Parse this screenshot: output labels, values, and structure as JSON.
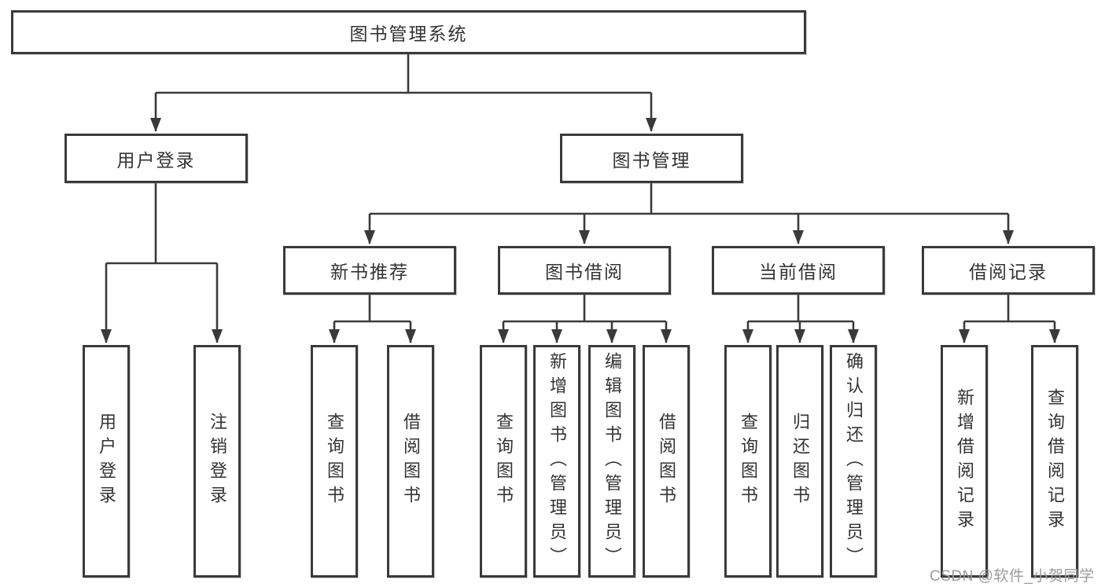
{
  "diagram": {
    "title": "图书管理系统",
    "branches": [
      {
        "label": "用户登录",
        "children": [
          {
            "label": "用户登录"
          },
          {
            "label": "注销登录"
          }
        ]
      },
      {
        "label": "图书管理",
        "children": [
          {
            "label": "新书推荐",
            "children": [
              {
                "label": "查询图书"
              },
              {
                "label": "借阅图书"
              }
            ]
          },
          {
            "label": "图书借阅",
            "children": [
              {
                "label": "查询图书"
              },
              {
                "label": "新增图书（管理员）"
              },
              {
                "label": "编辑图书（管理员）"
              },
              {
                "label": "借阅图书"
              }
            ]
          },
          {
            "label": "当前借阅",
            "children": [
              {
                "label": "查询图书"
              },
              {
                "label": "归还图书"
              },
              {
                "label": "确认归还（管理员）"
              }
            ]
          },
          {
            "label": "借阅记录",
            "children": [
              {
                "label": "新增借阅记录"
              },
              {
                "label": "查询借阅记录"
              }
            ]
          }
        ]
      }
    ]
  },
  "watermark": "CSDN @软件_小贺同学",
  "colors": {
    "line": "#3a3a3a",
    "box_border": "#3a3a3a",
    "box_fill": "#ffffff",
    "text": "#333333",
    "watermark": "#9b9ba1"
  }
}
